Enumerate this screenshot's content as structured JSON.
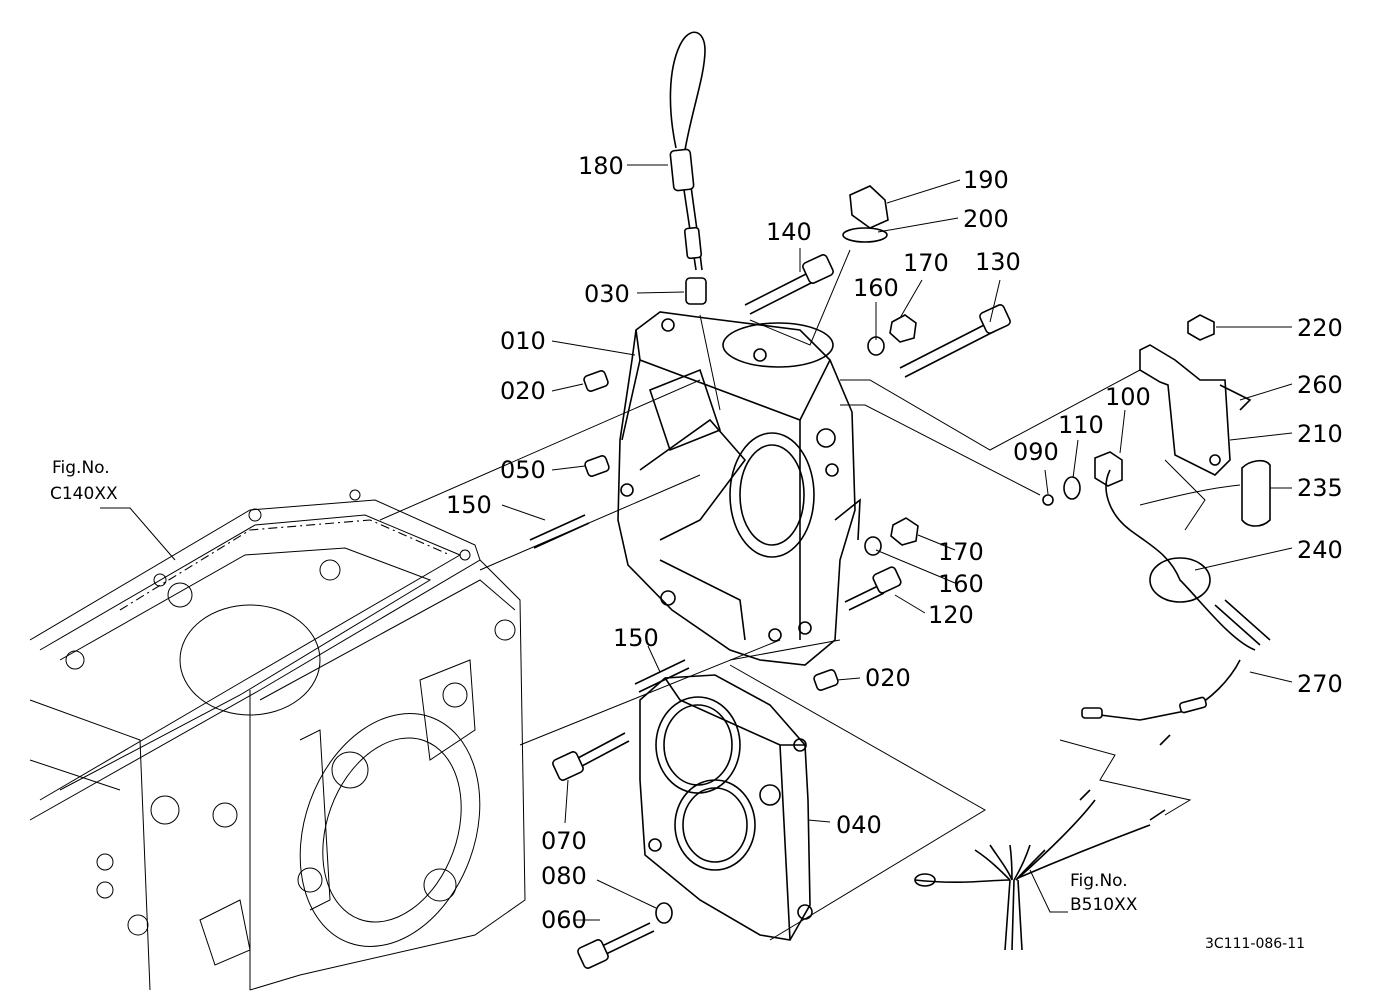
{
  "parts": [
    {
      "id": "p180",
      "label": "180"
    },
    {
      "id": "p190",
      "label": "190"
    },
    {
      "id": "p200",
      "label": "200"
    },
    {
      "id": "p140",
      "label": "140"
    },
    {
      "id": "p170a",
      "label": "170"
    },
    {
      "id": "p130",
      "label": "130"
    },
    {
      "id": "p160a",
      "label": "160"
    },
    {
      "id": "p030",
      "label": "030"
    },
    {
      "id": "p010",
      "label": "010"
    },
    {
      "id": "p020a",
      "label": "020"
    },
    {
      "id": "p220",
      "label": "220"
    },
    {
      "id": "p260",
      "label": "260"
    },
    {
      "id": "p100",
      "label": "100"
    },
    {
      "id": "p110",
      "label": "110"
    },
    {
      "id": "p210",
      "label": "210"
    },
    {
      "id": "p090",
      "label": "090"
    },
    {
      "id": "p050",
      "label": "050"
    },
    {
      "id": "p235",
      "label": "235"
    },
    {
      "id": "p150a",
      "label": "150"
    },
    {
      "id": "p240",
      "label": "240"
    },
    {
      "id": "p170b",
      "label": "170"
    },
    {
      "id": "p160b",
      "label": "160"
    },
    {
      "id": "p120",
      "label": "120"
    },
    {
      "id": "p150b",
      "label": "150"
    },
    {
      "id": "p020b",
      "label": "020"
    },
    {
      "id": "p270",
      "label": "270"
    },
    {
      "id": "p040",
      "label": "040"
    },
    {
      "id": "p070",
      "label": "070"
    },
    {
      "id": "p080",
      "label": "080"
    },
    {
      "id": "p060",
      "label": "060"
    }
  ],
  "fig_refs": [
    {
      "id": "figC",
      "prefix": "Fig.No.",
      "code": "C140XX"
    },
    {
      "id": "figB",
      "prefix": "Fig.No.",
      "code": "B510XX"
    }
  ],
  "drawing_code": "3C111-086-11"
}
